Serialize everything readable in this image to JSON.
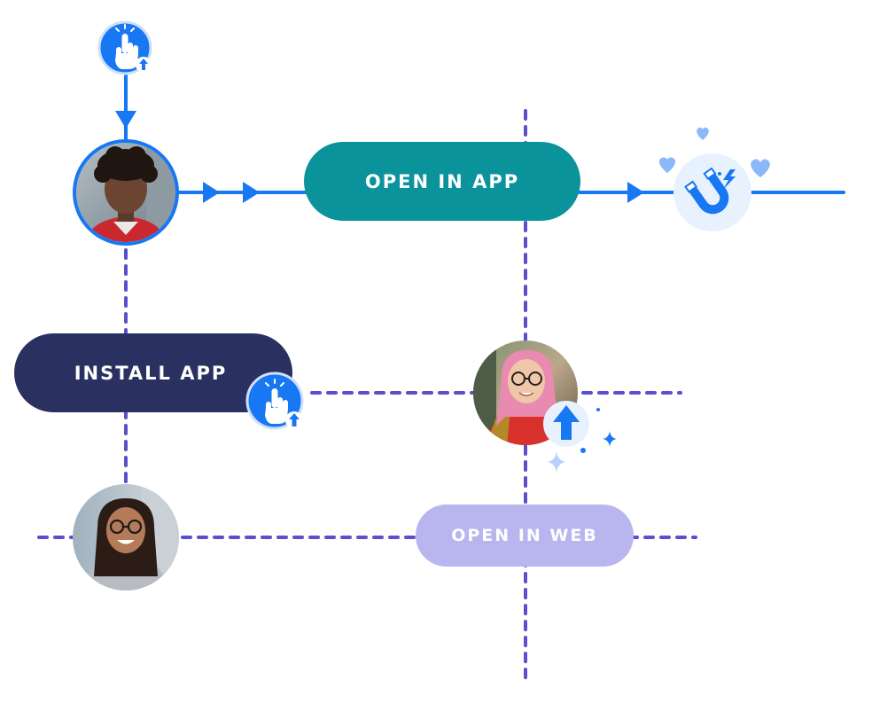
{
  "colors": {
    "primary_blue": "#1877f2",
    "dashed_purple": "#5a4fcf",
    "teal_pill": "#0a939b",
    "navy_pill": "#2a3160",
    "lavender_pill": "#b8b5ef",
    "heart_blue": "#8ab8f8",
    "sparkle_blue": "#1877f2",
    "icon_bg_light": "#e8f1fe"
  },
  "flow": {
    "open_in_app": {
      "label": "OPEN IN APP",
      "icon": "magnet-icon"
    },
    "install_app": {
      "label": "INSTALL APP",
      "icon": "tap-hand-icon"
    },
    "open_in_web": {
      "label": "OPEN IN WEB"
    }
  },
  "icons": {
    "start": "tap-hand-icon",
    "upload_badge": "upload-arrow-icon",
    "hearts": "heart-icon",
    "sparkles": "sparkle-icon"
  },
  "avatars": [
    "young-man-avatar",
    "pink-hair-woman-avatar",
    "woman-glasses-avatar"
  ]
}
